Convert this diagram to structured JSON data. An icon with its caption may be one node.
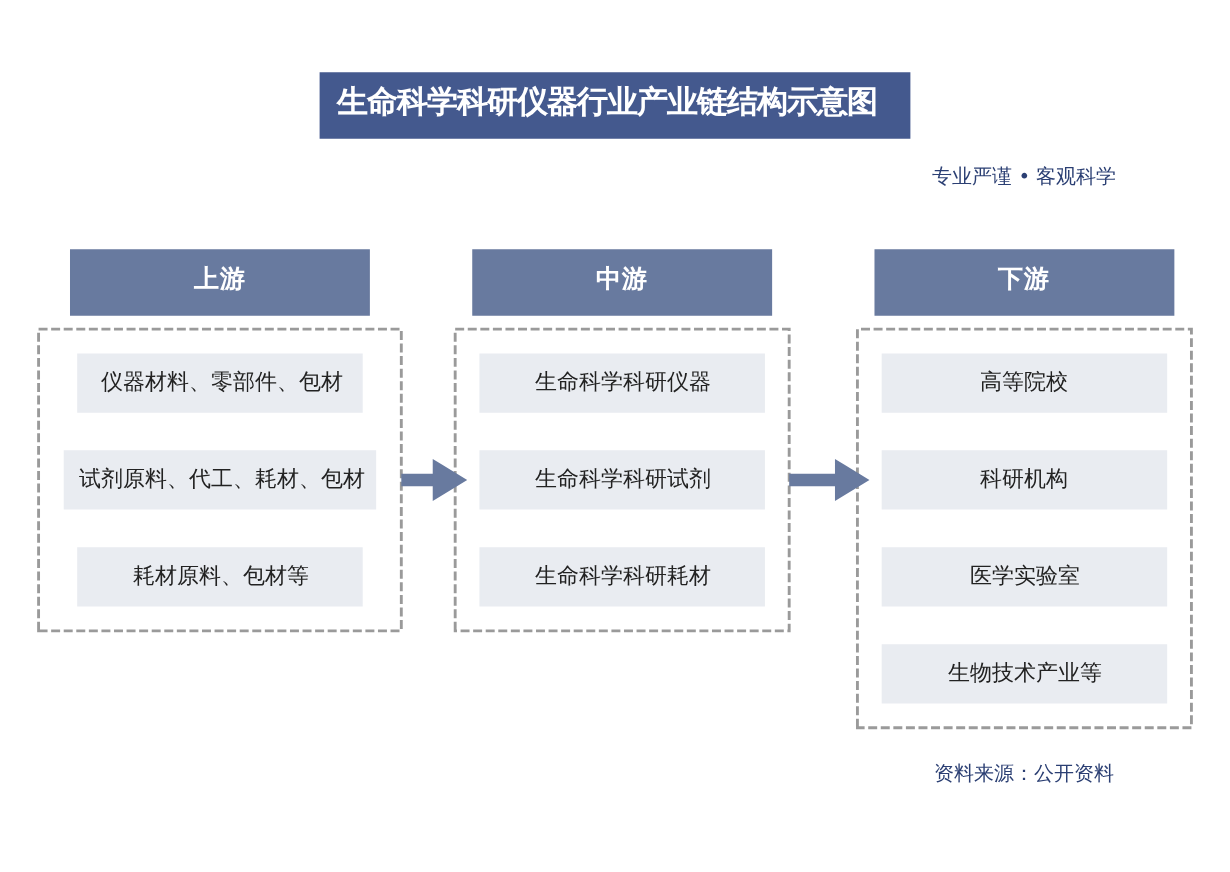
{
  "diagram": {
    "title": "生命科学科研仪器行业产业链结构示意图",
    "nodes": [
      {
        "text": [
          "上游"
        ]
      },
      {
        "text": [
          "中游"
        ]
      },
      {
        "text": [
          "下游"
        ]
      },
      {
        "text": [],
        "shape": "box"
      },
      {
        "text": [
          "仪器材料、零部件、包材"
        ],
        "in": 3
      },
      {
        "text": [
          "试剂原料、代工、耗材、包材"
        ],
        "in": 3
      },
      {
        "text": [
          "耗材原料、包材等"
        ],
        "in": 3
      },
      {
        "text": [],
        "shape": "box"
      },
      {
        "text": [
          "生命科学科研仪器"
        ],
        "in": 7
      },
      {
        "text": [
          "生命科学科研试剂"
        ],
        "in": 7
      },
      {
        "text": [
          "生命科学科研耗材"
        ],
        "in": 7
      },
      {
        "text": [],
        "shape": "box"
      },
      {
        "text": [
          "高等院校"
        ],
        "in": 11
      },
      {
        "text": [
          "科研机构"
        ],
        "in": 11
      },
      {
        "text": [
          "医学实验室"
        ],
        "in": 11
      },
      {
        "text": [
          "生物技术产业等"
        ],
        "in": 11
      }
    ],
    "edges": [
      {
        "from": 3,
        "to": 7,
        "arrow": "to"
      },
      {
        "from": 7,
        "to": 11,
        "arrow": "to"
      }
    ],
    "labels": [
      "专业严谨 • 客观科学",
      "资料来源：公开资料"
    ]
  }
}
